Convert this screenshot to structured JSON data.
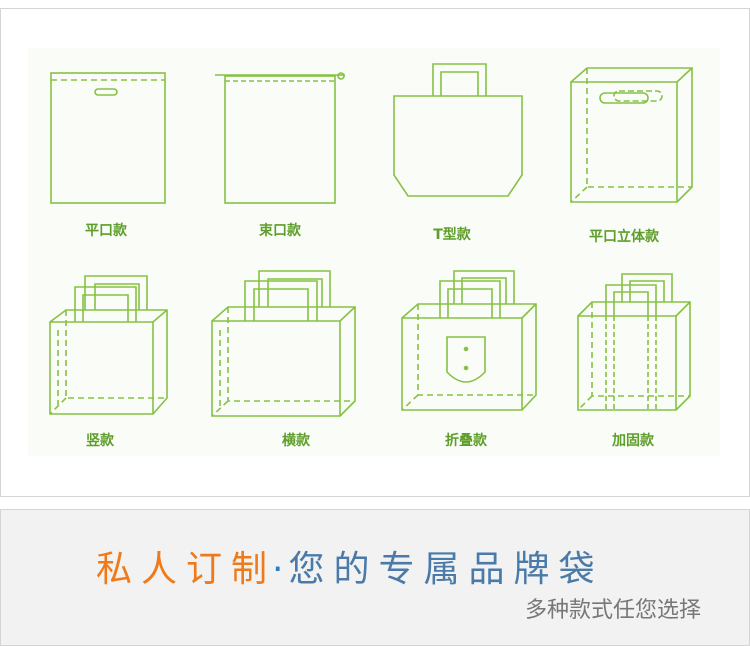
{
  "bags": [
    {
      "label": "平口款"
    },
    {
      "label": "束口款"
    },
    {
      "label": "T型款"
    },
    {
      "label": "平口立体款"
    },
    {
      "label": "竖款"
    },
    {
      "label": "横款"
    },
    {
      "label": "折叠款"
    },
    {
      "label": "加固款"
    }
  ],
  "banner": {
    "title_orange": "私人订制",
    "separator": "·",
    "title_blue": "您的专属品牌袋",
    "subtitle": "多种款式任您选择"
  },
  "colors": {
    "line": "#86c145",
    "label": "#5e9e2a",
    "orange": "#f07a1a",
    "blue": "#4a7aa8"
  }
}
